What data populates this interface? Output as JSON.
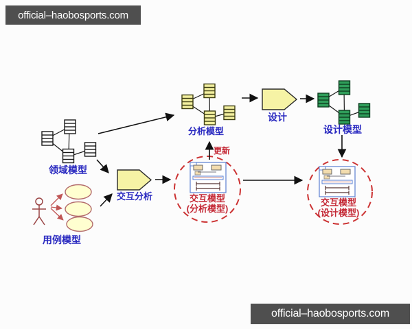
{
  "watermarks": {
    "top": "official–haobosports.com",
    "bottom": "official–haobosports.com"
  },
  "diagram": {
    "domain_model": {
      "label": "领域模型"
    },
    "use_case_model": {
      "label": "用例模型"
    },
    "interaction_analysis": {
      "label": "交互分析"
    },
    "analysis_model": {
      "label": "分析模型"
    },
    "design": {
      "label": "设计"
    },
    "design_model": {
      "label": "设计模型"
    },
    "update_label": "更新",
    "interaction_model_analysis": {
      "line1": "交互模型",
      "line2": "(分析模型)"
    },
    "interaction_model_design": {
      "line1": "交互模型",
      "line2": "(设计模型)"
    }
  },
  "colors": {
    "banner_bg": "#4f4f4f",
    "banner_text": "#ffffff",
    "label_blue": "#2929c0",
    "label_red": "#c42835",
    "dashed_circle_red": "#cc3333",
    "domain_box_fill": "#ffffff",
    "analysis_box_fill": "#f2ef9e",
    "design_box_fill": "#2f9e5a",
    "pentagon_fill": "#f6f3a5",
    "usecase_ellipse_fill": "#ffffd0",
    "usecase_stroke": "#b36b6b",
    "sequence_frame_blue": "#5b7fd0"
  }
}
